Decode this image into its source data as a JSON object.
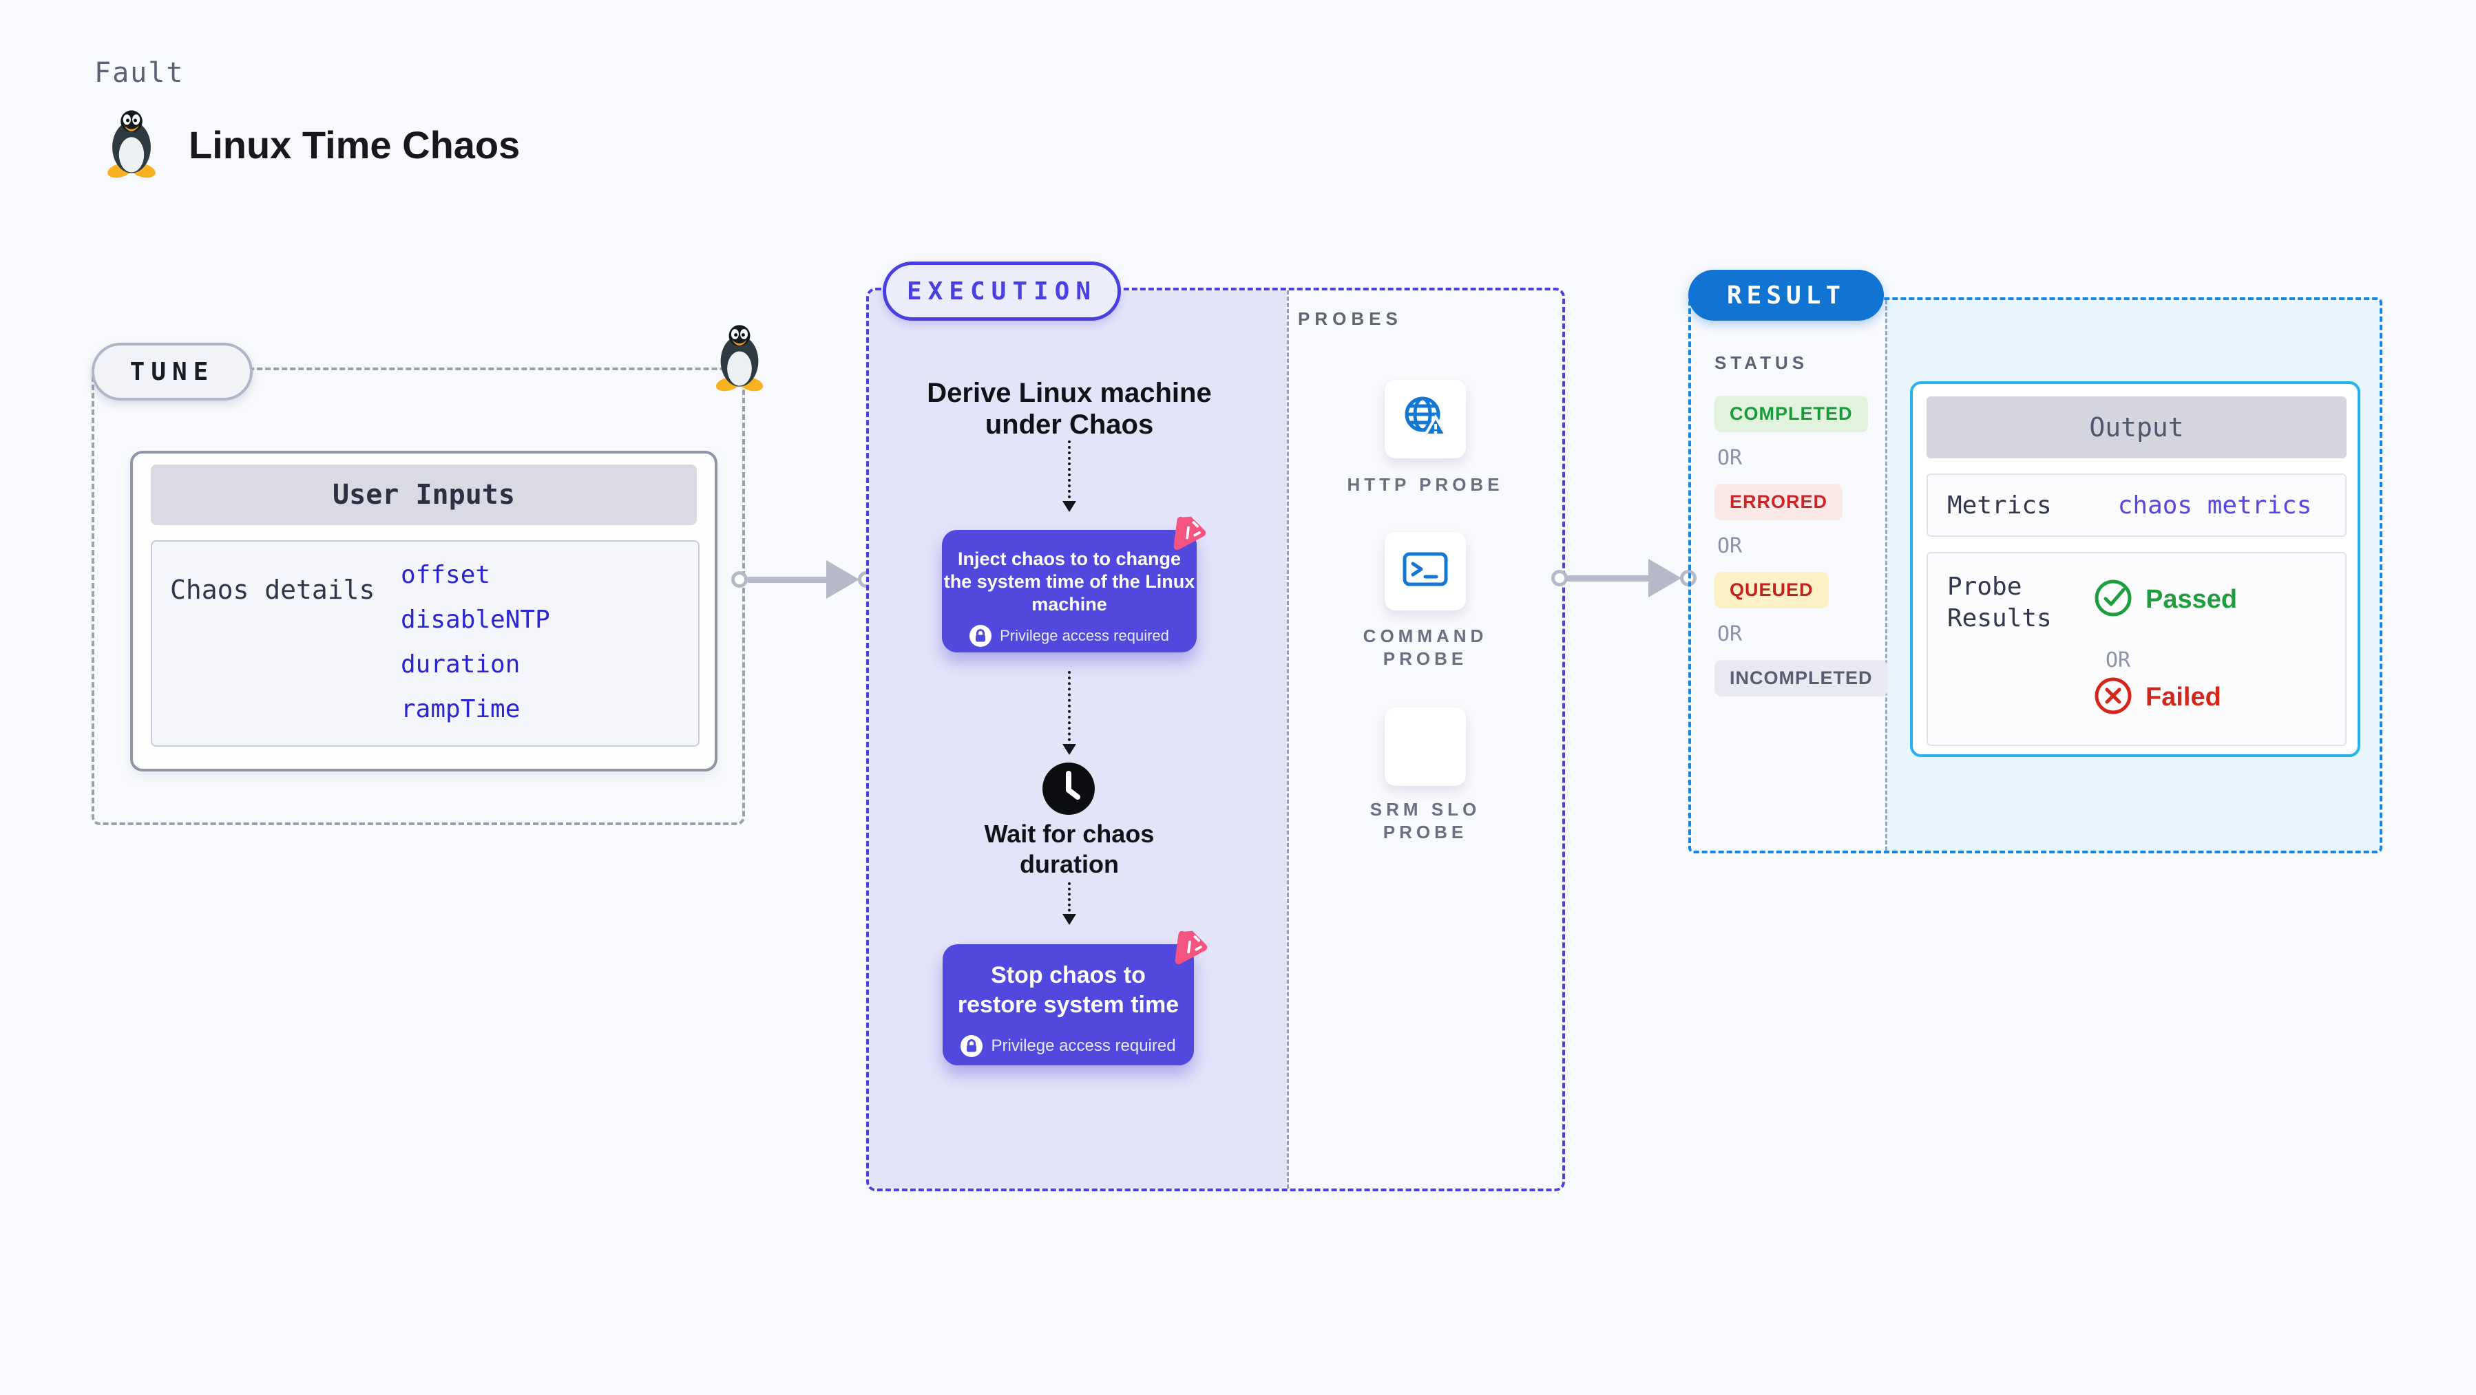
{
  "header": {
    "fault_label": "Fault",
    "title": "Linux Time Chaos",
    "title_icon": "tux-penguin-icon"
  },
  "tune": {
    "label": "TUNE",
    "corner_icon": "tux-penguin-icon",
    "user_inputs": {
      "title": "User Inputs",
      "row_label": "Chaos details",
      "values": [
        "offset",
        "disableNTP",
        "duration",
        "rampTime"
      ]
    }
  },
  "execution": {
    "label": "EXECUTION",
    "derive_text": "Derive Linux machine\nunder Chaos",
    "inject_step": {
      "text": "Inject chaos to to change the system time of the Linux machine",
      "privilege_note": "Privilege access required",
      "corner_icon": "chaos-pink-icon",
      "lock_icon": "lock-icon"
    },
    "wait_icon": "clock-icon",
    "wait_text": "Wait for chaos\nduration",
    "stop_step": {
      "text": "Stop chaos to\nrestore system time",
      "privilege_note": "Privilege access required",
      "corner_icon": "chaos-pink-icon",
      "lock_icon": "lock-icon"
    }
  },
  "probes": {
    "label": "PROBES",
    "items": [
      {
        "label": "HTTP PROBE",
        "icon": "globe-alert-icon"
      },
      {
        "label": "COMMAND\nPROBE",
        "icon": "terminal-icon"
      },
      {
        "label": "SRM SLO\nPROBE",
        "icon": "slo-donut-icon"
      }
    ]
  },
  "result": {
    "label": "RESULT",
    "status": {
      "label": "STATUS",
      "or_label": "OR",
      "badges": [
        {
          "text": "COMPLETED",
          "bg": "#e1f3dc",
          "fg": "#189a3d"
        },
        {
          "text": "ERRORED",
          "bg": "#fbe9e8",
          "fg": "#cc2528"
        },
        {
          "text": "QUEUED",
          "bg": "#fcf0c5",
          "fg": "#c32020"
        },
        {
          "text": "INCOMPLETED",
          "bg": "#e9eaf1",
          "fg": "#575d70"
        }
      ]
    },
    "output": {
      "title": "Output",
      "metrics_label": "Metrics",
      "metrics_value": "chaos metrics",
      "probe_results_label": "Probe\nResults",
      "passed_label": "Passed",
      "or_label": "OR",
      "failed_label": "Failed",
      "passed_icon": "check-circle-icon",
      "failed_icon": "x-circle-icon"
    }
  },
  "colors": {
    "page_bg": "#f8f9fc",
    "execution_accent": "#4a3fe0",
    "execution_fill": "#e4e4f9",
    "step_box": "#5148dd",
    "result_accent": "#1486e5",
    "result_fill": "#e8f5fd",
    "result_pill": "#1173d2",
    "output_border": "#25b2ef",
    "input_value_blue": "#2a24d3",
    "probe_icon_blue": "#1378d3",
    "chaos_pink": "#f4547f",
    "passed_green": "#1f9e3d",
    "failed_red": "#d4261b",
    "arrow_gray": "#b5b9c8"
  }
}
